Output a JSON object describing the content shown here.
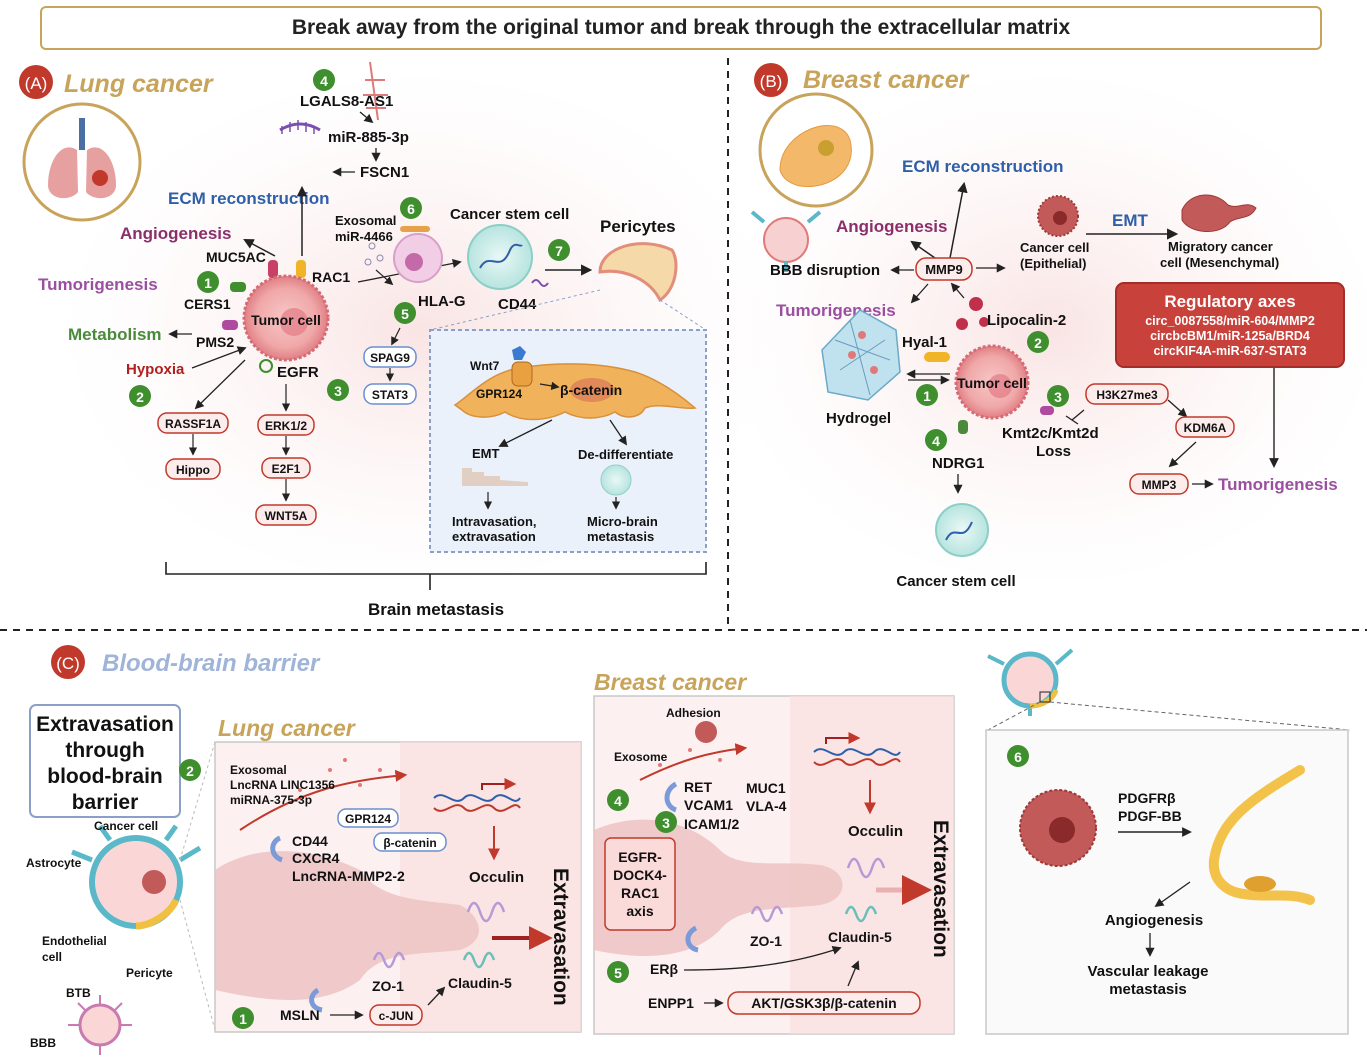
{
  "header": {
    "title": "Break away from the original tumor and break through the extracellular matrix"
  },
  "colors": {
    "accent_gold": "#c8a35a",
    "ecm_blue": "#2f5fa8",
    "angio_purple": "#8b2f6b",
    "tumor_purple": "#9a4fa0",
    "metab_green": "#4a8a3a",
    "hypoxia_red": "#b02020",
    "badge_green": "#3f8f2f",
    "letter_red": "#c0392b",
    "regulatory_red": "#c9413b"
  },
  "panelA": {
    "letter": "(A)",
    "title": "Lung cancer",
    "lgals": "LGALS8-AS1",
    "mir885": "miR-885-3p",
    "fscn1": "FSCN1",
    "ecm": "ECM reconstruction",
    "angio": "Angiogenesis",
    "muc5ac": "MUC5AC",
    "rac1": "RAC1",
    "tumorigenesis": "Tumorigenesis",
    "cers1": "CERS1",
    "metabolism": "Metabolism",
    "pms2": "PMS2",
    "hypoxia": "Hypoxia",
    "tumor_cell": "Tumor cell",
    "egfr": "EGFR",
    "exosomal": "Exosomal",
    "mir4466": "miR-4466",
    "csc": "Cancer stem cell",
    "cd44": "CD44",
    "pericytes": "Pericytes",
    "hlag": "HLA-G",
    "spag9": "SPAG9",
    "stat3": "STAT3",
    "rassf1a": "RASSF1A",
    "hippo": "Hippo",
    "erk": "ERK1/2",
    "e2f1": "E2F1",
    "wnt5a": "WNT5A",
    "wnt7": "Wnt7",
    "gpr124": "GPR124",
    "bcatenin": "β-catenin",
    "emt": "EMT",
    "dediff": "De-differentiate",
    "intrav1": "Intravasation,",
    "intrav2": "extravasation",
    "micro1": "Micro-brain",
    "micro2": "metastasis",
    "brain_met": "Brain metastasis",
    "badges": [
      "4",
      "6",
      "1",
      "7",
      "5",
      "2",
      "3"
    ]
  },
  "panelB": {
    "letter": "(B)",
    "title": "Breast cancer",
    "ecm": "ECM reconstruction",
    "angio": "Angiogenesis",
    "bbb": "BBB disruption",
    "mmp9": "MMP9",
    "cancer_cell1": "Cancer cell",
    "cancer_cell2": "(Epithelial)",
    "emt": "EMT",
    "mig1": "Migratory cancer",
    "mig2": "cell (Mesenchymal)",
    "tumorigenesis": "Tumorigenesis",
    "lipocalin": "Lipocalin-2",
    "hyal": "Hyal-1",
    "hydrogel": "Hydrogel",
    "tumor_cell": "Tumor cell",
    "reg_title": "Regulatory axes",
    "reg1": "circ_0087558/miR-604/MMP2",
    "reg2": "circbcBM1/miR-125a/BRD4",
    "reg3": "circKIF4A-miR-637-STAT3",
    "h3k": "H3K27me3",
    "kdm6a": "KDM6A",
    "kmt1": "Kmt2c/Kmt2d",
    "kmt2": "Loss",
    "ndrg1": "NDRG1",
    "mmp3": "MMP3",
    "tumorigenesis2": "Tumorigenesis",
    "csc": "Cancer stem cell",
    "badges": [
      "2",
      "1",
      "3",
      "4"
    ]
  },
  "panelC": {
    "letter": "(C)",
    "title": "Blood-brain barrier",
    "extrav_title1": "Extravasation",
    "extrav_title2": "through",
    "extrav_title3": "blood-brain",
    "extrav_title4": "barrier",
    "cancer_cell": "Cancer cell",
    "astrocyte": "Astrocyte",
    "endo1": "Endothelial",
    "endo2": "cell",
    "pericyte": "Pericyte",
    "btb": "BTB",
    "bbb": "BBB",
    "lung_title": "Lung cancer",
    "lung_exo1": "Exosomal",
    "lung_exo2": "LncRNA LINC1356",
    "lung_exo3": "miRNA-375-3p",
    "gpr124": "GPR124",
    "bcatenin": "β-catenin",
    "cd44": "CD44",
    "cxcr4": "CXCR4",
    "lnc": "LncRNA-MMP2-2",
    "occulin": "Occulin",
    "extravasation": "Extravasation",
    "zo1": "ZO-1",
    "claudin": "Claudin-5",
    "msln": "MSLN",
    "cjun": "c-JUN",
    "breast_title": "Breast cancer",
    "adhesion": "Adhesion",
    "exosome": "Exosome",
    "ret": "RET",
    "vcam": "VCAM1",
    "icam": "ICAM1/2",
    "muc1": "MUC1",
    "vla4": "VLA-4",
    "egfr1": "EGFR-",
    "egfr2": "DOCK4-",
    "egfr3": "RAC1",
    "egfr4": "axis",
    "occulin2": "Occulin",
    "extravasation2": "Extravasation",
    "zo1b": "ZO-1",
    "claudin2": "Claudin-5",
    "erb": "ERβ",
    "enpp1": "ENPP1",
    "akt": "AKT/GSK3β/β-catenin",
    "pdgfr": "PDGFRβ",
    "pdgfbb": "PDGF-BB",
    "angio": "Angiogenesis",
    "vasc1": "Vascular leakage",
    "vasc2": "metastasis",
    "badges": [
      "2",
      "1",
      "4",
      "3",
      "5",
      "6"
    ]
  }
}
